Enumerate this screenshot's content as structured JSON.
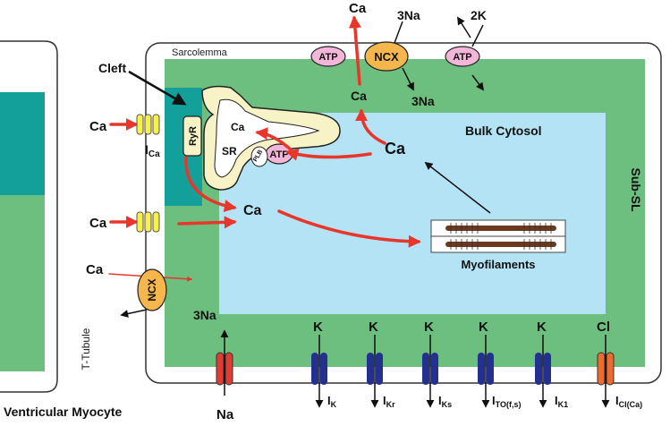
{
  "colors": {
    "cell_green": "#6dbf7f",
    "cytosol_blue": "#b3e3f5",
    "cleft_teal": "#13a09a",
    "sr_fill": "#f7f3c6",
    "ncx_orange": "#f5b64d",
    "atp_pink": "#f4b6d8",
    "ca_flux_red": "#e8362b",
    "ltype_yellow": "#f7f04a",
    "na_channel_red": "#e03c33",
    "k_channel_blue": "#23308f",
    "cl_channel_orange": "#ef6a2c",
    "myofilament_brown": "#6b3a1e"
  },
  "labels": {
    "sarcolemma": "Sarcolemma",
    "cleft": "Cleft",
    "bulk_cytosol": "Bulk Cytosol",
    "sub_sl": "Sub-SL",
    "t_tubule": "T-Tubule",
    "ventricular_myocyte": "Ventricular Myocyte",
    "myofilaments": "Myofilaments",
    "sr": "SR",
    "ryr": "RyR",
    "plb": "PLB",
    "atp": "ATP",
    "ncx": "NCX"
  },
  "species": {
    "ca": "Ca",
    "na": "Na",
    "k": "K",
    "cl": "Cl",
    "three_na": "3Na",
    "two_k": "2K"
  },
  "currents": {
    "i_ca": "Ca",
    "i_k": "K",
    "i_kr": "Kr",
    "i_ks": "Ks",
    "i_to": "TO(f,s)",
    "i_k1": "K1",
    "i_cl_ca": "Cl(Ca)",
    "current_symbol": "I"
  }
}
